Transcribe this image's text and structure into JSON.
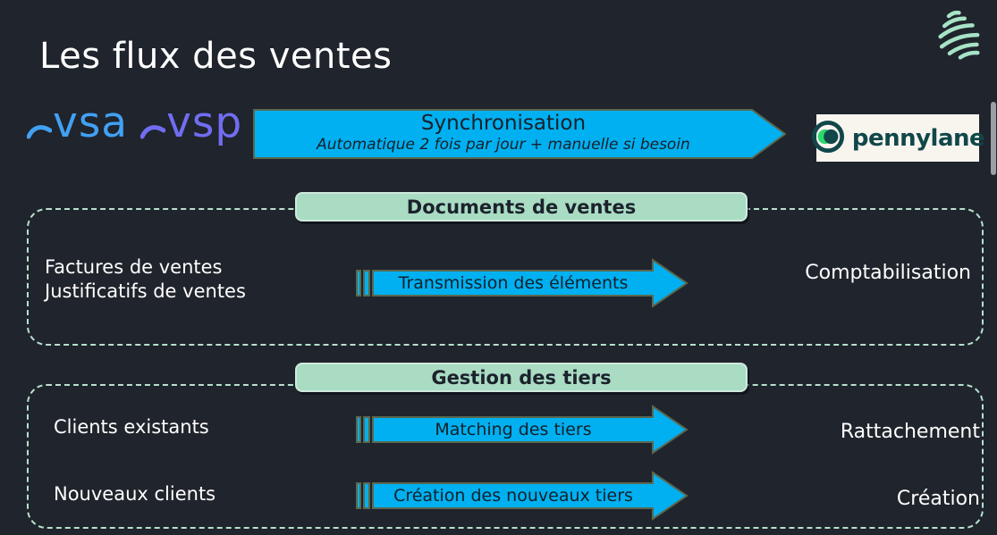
{
  "page": {
    "title": "Les flux des ventes"
  },
  "header": {
    "vsa_label": "vsa",
    "vsp_label": "vsp",
    "sync": {
      "title": "Synchronisation",
      "subtitle": "Automatique 2 fois par jour + manuelle si besoin"
    },
    "pennylane_label": "pennylane"
  },
  "sections": [
    {
      "header": "Documents de ventes",
      "rows": [
        {
          "source_lines": [
            "Factures de ventes",
            "Justificatifs de ventes"
          ],
          "arrow_label": "Transmission des éléments",
          "target": "Comptabilisation"
        }
      ]
    },
    {
      "header": "Gestion des tiers",
      "rows": [
        {
          "source_lines": [
            "Clients existants"
          ],
          "arrow_label": "Matching des tiers",
          "target": "Rattachement"
        },
        {
          "source_lines": [
            "Nouveaux clients"
          ],
          "arrow_label": "Création des nouveaux tiers",
          "target": "Création"
        }
      ]
    }
  ],
  "colors": {
    "background": "#20242c",
    "arrow_fill": "#00b0f0",
    "arrow_border": "#5a684f",
    "pill_fill": "#a9dcc3",
    "pill_border": "#cfeadd",
    "dashed_border": "#b7e1ce",
    "vsa_blue": "#41a1f4",
    "vsp_purple": "#716df2",
    "pennylane_teal": "#11474a",
    "pennylane_green": "#2bd96e",
    "pennylane_card_bg": "#f8f5ef",
    "swirl_mint": "#a7e3c6",
    "text_light": "#ffffff",
    "text_dark": "#18202a"
  }
}
